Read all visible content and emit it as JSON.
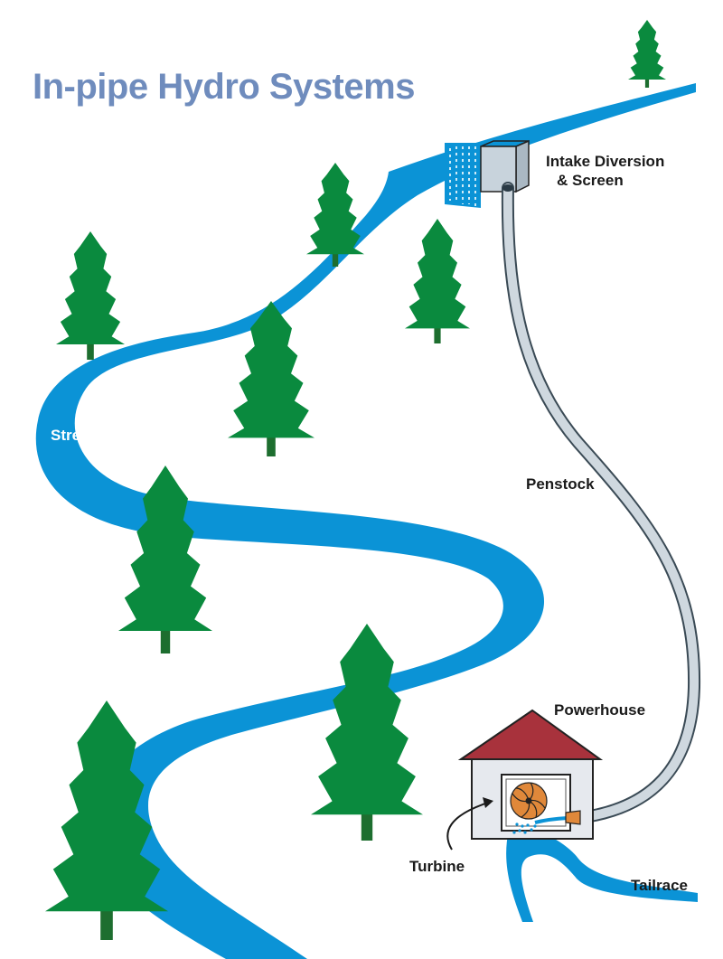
{
  "title": "In-pipe Hydro Systems",
  "labels": {
    "stream": "Stream",
    "intake_line1": "Intake Diversion",
    "intake_line2": "& Screen",
    "penstock": "Penstock",
    "powerhouse": "Powerhouse",
    "turbine": "Turbine",
    "tailrace": "Tailrace"
  },
  "colors": {
    "title": "#6f8cbd",
    "water": "#0b93d6",
    "tree": "#0a8a3e",
    "trunk": "#1d6e2f",
    "roof": "#a8323c",
    "house_wall": "#e6e9ee",
    "pipe": "#cfd8df",
    "pipe_outline": "#3a4a55",
    "turbine": "#e0883a",
    "outline": "#222222"
  }
}
